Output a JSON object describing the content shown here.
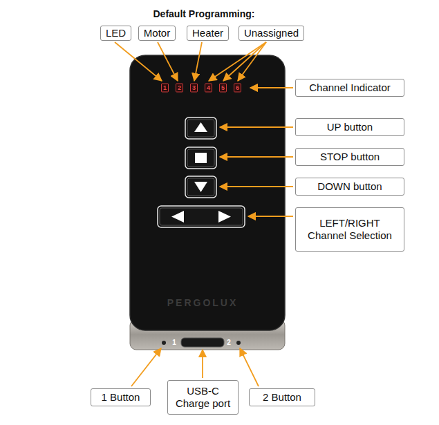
{
  "diagram": {
    "title": "Default Programming:",
    "nodes": [
      {
        "text": [
          "LED"
        ]
      },
      {
        "text": [
          "Motor"
        ]
      },
      {
        "text": [
          "Heater"
        ]
      },
      {
        "text": [
          "Unassigned"
        ]
      },
      {
        "text": [
          "Channel Indicator"
        ]
      },
      {
        "text": [
          "UP button"
        ]
      },
      {
        "text": [
          "STOP button"
        ]
      },
      {
        "text": [
          "DOWN button"
        ]
      },
      {
        "text": [
          "LEFT/RIGHT Channel Selection"
        ]
      },
      {
        "text": [
          "1 Button"
        ]
      },
      {
        "text": [
          "USB-C Charge port"
        ]
      },
      {
        "text": [
          "2 Button"
        ]
      }
    ],
    "labels": [
      "1",
      "2",
      "3",
      "4",
      "5",
      "6",
      "PERGOLUX",
      "1",
      "2"
    ]
  }
}
